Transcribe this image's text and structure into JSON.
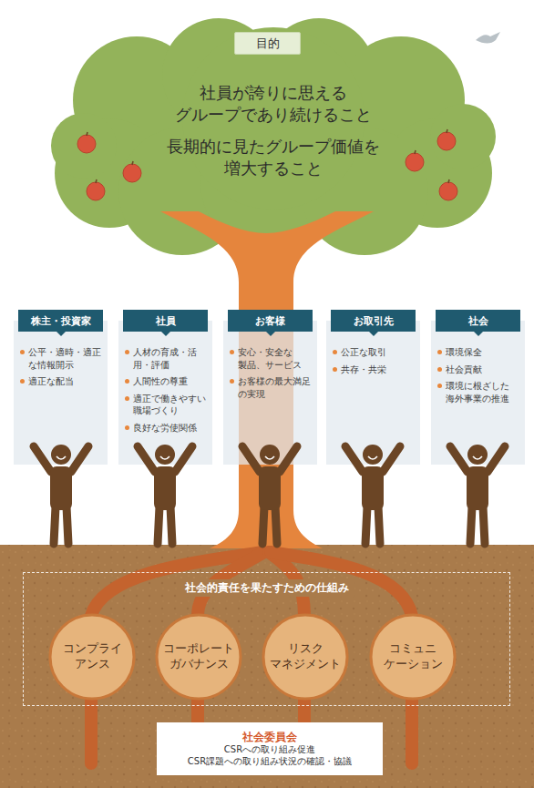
{
  "diagram": {
    "nodes": [
      {
        "text": [
          "社員が誇りに思える グループであり続けること",
          "長期的に見たグループ価値を 増大すること"
        ]
      },
      {
        "text": [
          "目的"
        ],
        "in": 0
      },
      {
        "text": [
          "株主・投資家",
          "公平・適時・適正 な情報開示",
          "適正な配当"
        ]
      },
      {
        "text": [
          "社員",
          "人材の育成・活 用・評価",
          "人間性の尊重",
          "適正で働きやすい 職場づくり",
          "良好な労使関係"
        ]
      },
      {
        "text": [
          "お客様",
          "安心・安全な 製品、サービス",
          "お客様の最大満足 の実現"
        ]
      },
      {
        "text": [
          "お取引先",
          "公正な取引",
          "共存・共栄"
        ]
      },
      {
        "text": [
          "社会",
          "環境保全",
          "社会貢献",
          "環境に根ざした 海外事業の推進"
        ]
      },
      {
        "text": [
          "社会的責任を果たすための仕組み"
        ]
      },
      {
        "text": [
          "コンプライ アンス"
        ],
        "in": 7
      },
      {
        "text": [
          "コーポレート ガバナンス"
        ],
        "in": 7
      },
      {
        "text": [
          "リスク マネジメント"
        ],
        "in": 7
      },
      {
        "text": [
          "コミュニ ケーション"
        ],
        "in": 7
      },
      {
        "text": [
          "社会委員会",
          "CSRへの取り組み促進",
          "CSR課題への取り組み状況の確認・協議"
        ]
      }
    ]
  }
}
